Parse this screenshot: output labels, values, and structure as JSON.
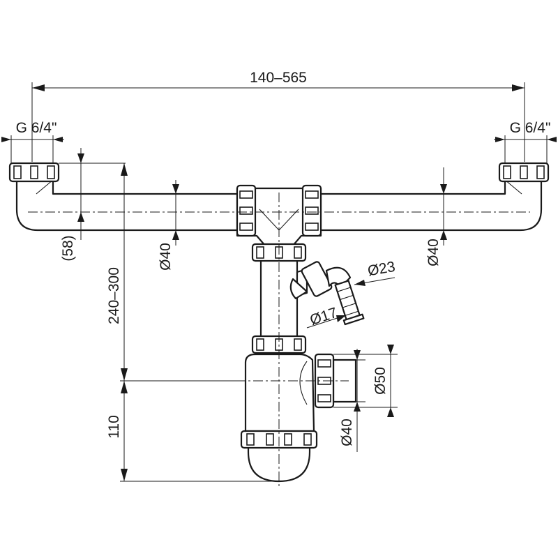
{
  "labels": {
    "overall_width": "140–565",
    "thread_left": "G 6/4\"",
    "thread_right": "G 6/4\"",
    "offset_58": "(58)",
    "height_240_300": "240–300",
    "height_110": "110",
    "pipe_left_d40": "Ø40",
    "pipe_right_d40": "Ø40",
    "hose_d23": "Ø23",
    "hose_d17": "Ø17",
    "outlet_d50": "Ø50",
    "outlet_d40": "Ø40"
  }
}
